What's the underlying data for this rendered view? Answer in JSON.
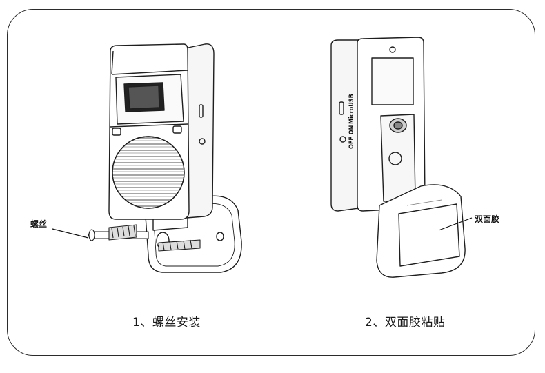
{
  "figure_1": {
    "caption": "1、螺丝安装",
    "callout": "螺丝"
  },
  "figure_2": {
    "caption": "2、双面胶粘贴",
    "callout": "双面胶",
    "side_label_usb": "MicroUSB",
    "side_label_switch": "OFF ON"
  }
}
